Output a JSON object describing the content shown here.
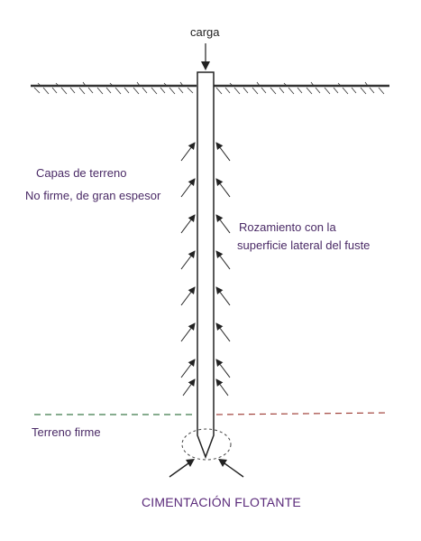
{
  "diagram": {
    "load_label": "carga",
    "soil_label_line1": "Capas de terreno",
    "soil_label_line2": "No firme, de gran espesor",
    "friction_label_line1": "Rozamiento con la",
    "friction_label_line2": "superficie lateral del fuste",
    "firm_ground_label": "Terreno firme",
    "title": "CIMENTACIÓN FLOTANTE"
  },
  "colors": {
    "ink": "#222222",
    "text": "#4a2a66",
    "title": "#5a2a7a",
    "firm_line_red": "#a0413a",
    "firm_line_green": "#3f7a4a"
  }
}
